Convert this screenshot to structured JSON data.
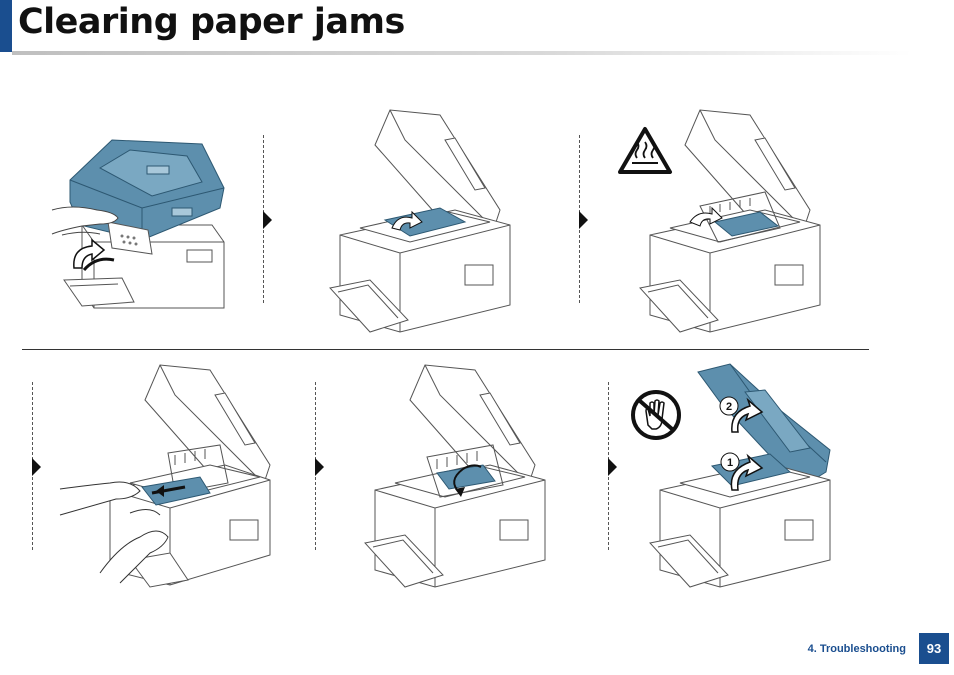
{
  "header": {
    "title": "Clearing paper jams"
  },
  "footer": {
    "section": "4. Troubleshooting",
    "page_number": "93"
  },
  "callouts": {
    "step6_label_1": "1",
    "step6_label_2": "2"
  },
  "icons": {
    "step3": "hot-surface-warning-icon",
    "step6": "do-not-touch-icon"
  },
  "colors": {
    "accent": "#1a4e8f",
    "scanner_blue": "#4f7f9c"
  }
}
